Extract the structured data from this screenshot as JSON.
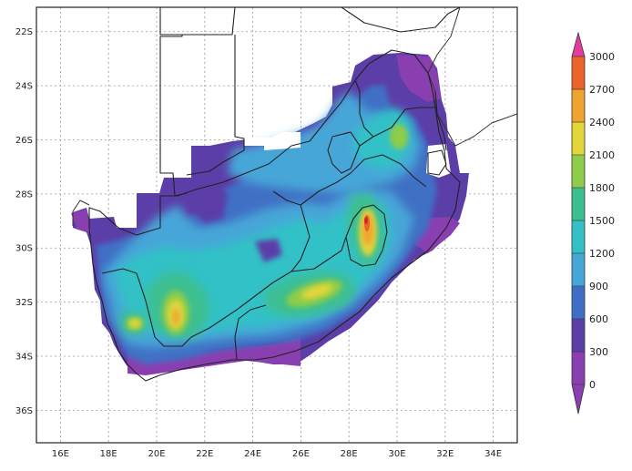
{
  "map": {
    "lon_ticks": [
      "16E",
      "18E",
      "20E",
      "22E",
      "24E",
      "26E",
      "28E",
      "30E",
      "32E",
      "34E"
    ],
    "lat_ticks": [
      "22S",
      "24S",
      "26S",
      "28S",
      "30S",
      "32S",
      "34S",
      "36S"
    ],
    "lon_range": [
      15,
      35
    ],
    "lat_range": [
      -21.1,
      -37.2
    ]
  },
  "colorbar": {
    "labels": [
      "0",
      "300",
      "600",
      "900",
      "1200",
      "1500",
      "1800",
      "2100",
      "2400",
      "2700",
      "3000"
    ],
    "colors": [
      "#8a3fb0",
      "#5b3ea8",
      "#3f6fc4",
      "#46a6d8",
      "#33c1c6",
      "#3cbf8f",
      "#8fcc4a",
      "#e2d63a",
      "#f0a430",
      "#e9632a",
      "#d8252c",
      "#e23c9c"
    ]
  },
  "colors": {
    "background": "#ffffff",
    "land_base": "#8a3fb0"
  }
}
